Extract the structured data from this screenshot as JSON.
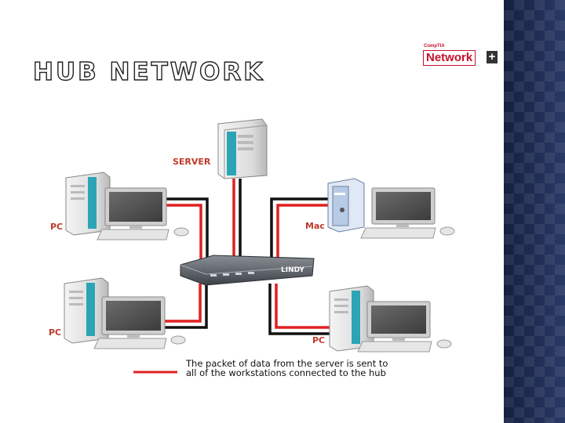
{
  "slide": {
    "title": "HUB NETWORK",
    "logo": {
      "small_text": "CompTIA",
      "word": "Network",
      "plus": "+"
    }
  },
  "diagram": {
    "labels": {
      "server": "SERVER",
      "pc_top_left": "PC",
      "mac": "Mac",
      "pc_bottom_left": "PC",
      "pc_bottom_right": "PC"
    },
    "hub_brand": "LINDY",
    "legend_text": "The packet of data from the server is sent to all of the workstations connected to the hub"
  },
  "colors": {
    "link_red": "#e02020",
    "link_black": "#111111",
    "label_red": "#c0392b"
  }
}
